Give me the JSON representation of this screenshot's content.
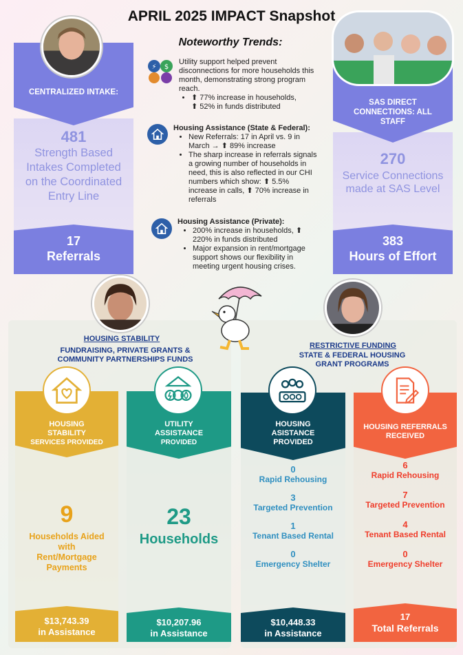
{
  "title": "APRIL 2025 IMPACT Snapshot",
  "trends": {
    "heading": "Noteworthy Trends:",
    "utility": {
      "text": "Utility support helped prevent disconnections for more households this month, demonstrating strong program reach.",
      "bullets": [
        "⬆ 77% increase in households,",
        "⬆ 52% in funds distributed"
      ]
    },
    "housing_state": {
      "heading": "Housing Assistance (State & Federal):",
      "bullets": [
        "New Referrals: 17 in April vs. 9 in March → ⬆ 89% increase",
        "The sharp increase in referrals signals a growing number of households in need, this is also reflected in our CHI numbers which show: ⬆ 5.5% increase in calls, ⬆ 70% increase in referrals"
      ]
    },
    "housing_private": {
      "heading": "Housing Assistance (Private):",
      "bullets": [
        "200% increase in households, ⬆ 220% in funds distributed",
        "Major expansion in rent/mortgage support shows our flexibility in meeting urgent housing crises."
      ]
    }
  },
  "intake": {
    "label": "CENTRALIZED INTAKE:",
    "number": "481",
    "desc": "Strength Based Intakes Completed on the Coordinated Entry Line",
    "referrals_num": "17",
    "referrals_label": "Referrals"
  },
  "sas": {
    "label": "SAS DIRECT CONNECTIONS: ALL STAFF",
    "number": "270",
    "desc": "Service Connections made at SAS Level",
    "hours_num": "383",
    "hours_label": "Hours of Effort"
  },
  "housing_stability": {
    "title": "HOUSING STABILITY",
    "subtitle": "FUNDRAISING, PRIVATE GRANTS & COMMUNITY PARTNERSHIPS FUNDS"
  },
  "restrictive": {
    "title": "RESTRICTIVE FUNDING",
    "subtitle": "STATE & FEDERAL HOUSING GRANT PROGRAMS"
  },
  "col_stability": {
    "head1": "HOUSING STABILITY",
    "head2": "SERVICES PROVIDED",
    "number": "9",
    "desc": "Households Aided with Rent/Mortgage Payments",
    "amount": "$13,743.39",
    "amount_label": "in Assistance"
  },
  "col_utility": {
    "head1": "UTILITY ASSISTANCE",
    "head2": "PROVIDED",
    "number": "23",
    "desc": "Households",
    "amount": "$10,207.96",
    "amount_label": "in Assistance"
  },
  "col_housing": {
    "head": "HOUSING ASISTANCE PROVIDED",
    "stats": [
      {
        "num": "0",
        "label": "Rapid Rehousing"
      },
      {
        "num": "3",
        "label": "Targeted Prevention"
      },
      {
        "num": "1",
        "label": "Tenant Based Rental"
      },
      {
        "num": "0",
        "label": "Emergency Shelter"
      }
    ],
    "amount": "$10,448.33",
    "amount_label": "in Assistance"
  },
  "col_referrals": {
    "head": "HOUSING REFERRALS RECEIVED",
    "stats": [
      {
        "num": "6",
        "label": "Rapid Rehousing"
      },
      {
        "num": "7",
        "label": "Targeted Prevention"
      },
      {
        "num": "4",
        "label": "Tenant Based Rental"
      },
      {
        "num": "0",
        "label": "Emergency Shelter"
      }
    ],
    "total_num": "17",
    "total_label": "Total Referrals"
  },
  "colors": {
    "intake_purple": "#7b7fe0",
    "stability_gold": "#e3b035",
    "utility_teal": "#1e9a86",
    "housing_navy": "#0d4a5c",
    "referral_orange": "#f26440"
  }
}
